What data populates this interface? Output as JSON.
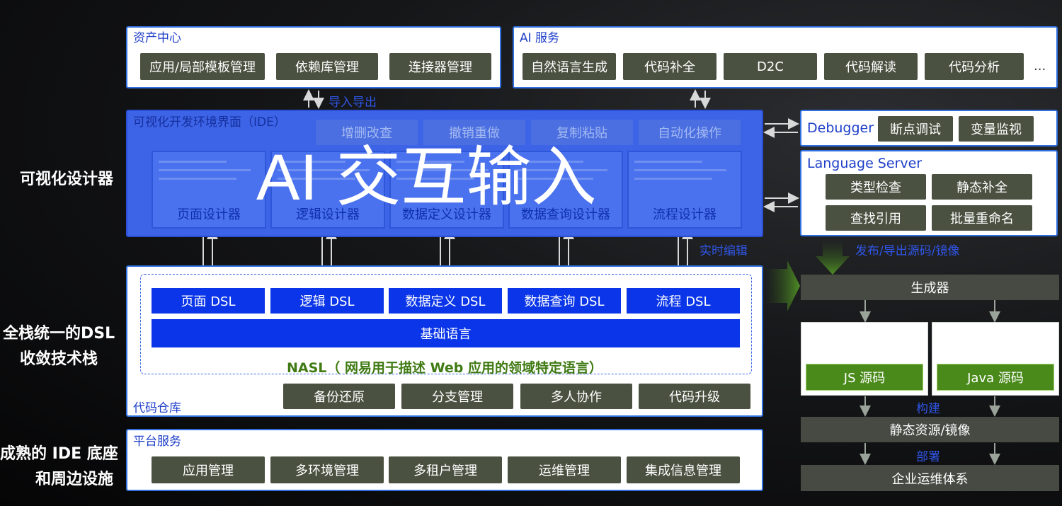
{
  "side_labels": {
    "visual_designer": "可视化设计器",
    "dsl_line1": "全栈统一的DSL",
    "dsl_line2": "收敛技术栈",
    "ide_base_line1": "成熟的 IDE 底座",
    "ide_base_line2": "和周边设施"
  },
  "asset_center": {
    "title": "资产中心",
    "buttons": [
      "应用/局部模板管理",
      "依赖库管理",
      "连接器管理"
    ]
  },
  "ai_service": {
    "title": "AI 服务",
    "buttons": [
      "自然语言生成",
      "代码补全",
      "D2C",
      "代码解读",
      "代码分析"
    ],
    "more": "..."
  },
  "import_export": "导入导出",
  "ide": {
    "title": "可视化开发环境界面（IDE）",
    "ops": [
      "增删改查",
      "撤销重做",
      "复制粘贴",
      "自动化操作"
    ],
    "designers": [
      "页面设计器",
      "逻辑设计器",
      "数据定义设计器",
      "数据查询设计器",
      "流程设计器"
    ],
    "overlay": "AI 交互输入"
  },
  "realtime_edit": "实时编辑",
  "debugger": {
    "title": "Debugger",
    "buttons": [
      "断点调试",
      "变量监视"
    ]
  },
  "language_server": {
    "title": "Language Server",
    "buttons": [
      "类型检查",
      "静态补全",
      "查找引用",
      "批量重命名"
    ]
  },
  "publish": "发布/导出源码/镜像",
  "code_repo": {
    "title": "代码仓库",
    "dsl": [
      "页面 DSL",
      "逻辑 DSL",
      "数据定义 DSL",
      "数据查询 DSL",
      "流程 DSL"
    ],
    "base_language": "基础语言",
    "nasl": "NASL（ 网易用于描述 Web 应用的领域特定语言）",
    "buttons": [
      "备份还原",
      "分支管理",
      "多人协作",
      "代码升级"
    ]
  },
  "platform": {
    "title": "平台服务",
    "buttons": [
      "应用管理",
      "多环境管理",
      "多租户管理",
      "运维管理",
      "集成信息管理"
    ]
  },
  "right_flow": {
    "generator": "生成器",
    "js_source": "JS 源码",
    "java_source": "Java 源码",
    "build": "构建",
    "static_resources": "静态资源/镜像",
    "deploy": "部署",
    "enterprise_ops": "企业运维体系"
  },
  "colors": {
    "panel_border": "#2f6fe0",
    "dark_button": "#4a5140",
    "dsl_blue": "#0a35e8",
    "ide_blue": "#3d63e6",
    "nasl_green": "#3f7a12",
    "source_green": "#4a8a1b"
  }
}
